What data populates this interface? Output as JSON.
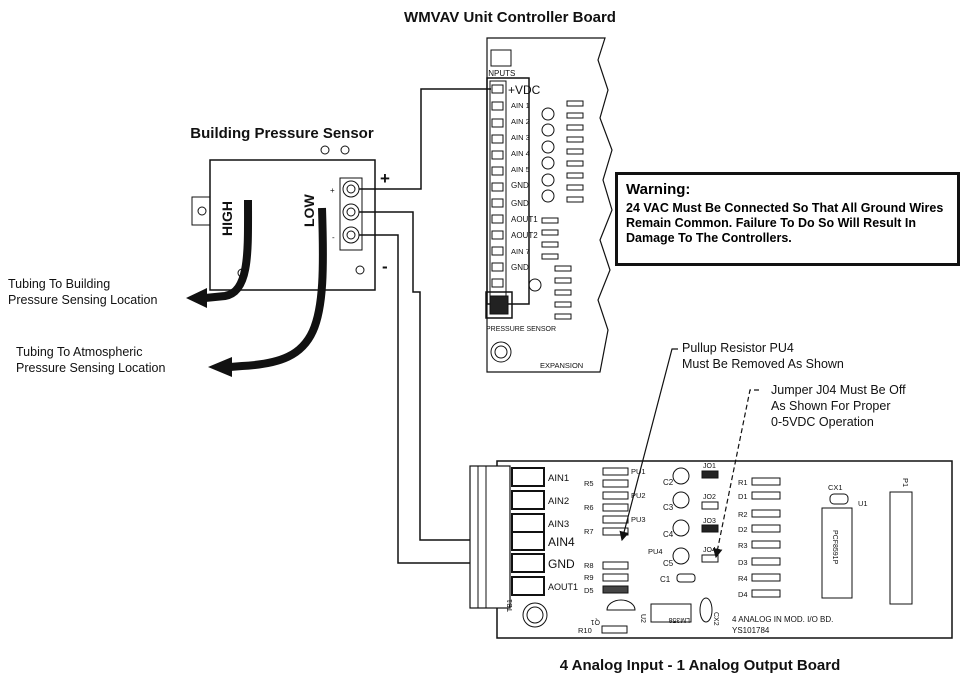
{
  "titles": {
    "controller": "WMVAV Unit Controller Board",
    "sensor": "Building Pressure Sensor",
    "io_board": "4 Analog Input - 1 Analog Output Board"
  },
  "warning": {
    "title": "Warning:",
    "body": "24 VAC Must Be Connected So That All Ground Wires Remain Common. Failure To Do So Will Result In Damage To The Controllers."
  },
  "callouts": {
    "pullup_line1": "Pullup Resistor PU4",
    "pullup_line2": "Must Be Removed As Shown",
    "jumper_line1": "Jumper J04 Must Be Off",
    "jumper_line2": "As Shown For Proper",
    "jumper_line3": "0-5VDC Operation",
    "tubing_building_line1": "Tubing To Building",
    "tubing_building_line2": "Pressure Sensing Location",
    "tubing_atmos_line1": "Tubing To Atmospheric",
    "tubing_atmos_line2": "Pressure Sensing Location"
  },
  "sensor_labels": {
    "high": "HIGH",
    "low": "LOW",
    "plus": "+",
    "minus": "-",
    "term_plus": "+",
    "term_minus": "-"
  },
  "controller_labels": {
    "inputs": "INPUTS",
    "vdc": "+VDC",
    "ain1": "AIN 1",
    "ain2": "AIN 2",
    "ain3": "AIN 3",
    "ain4": "AIN 4",
    "ain5": "AIN 5",
    "gnd1": "GND",
    "gnd2": "GND",
    "aout1": "AOUT1",
    "aout2": "AOUT2",
    "ain7": "AIN 7",
    "gnd3": "GND",
    "pressure_sensor": "PRESSURE SENSOR",
    "expansion": "EXPANSION"
  },
  "io_labels": {
    "ain1": "AIN1",
    "ain2": "AIN2",
    "ain3": "AIN3",
    "ain4": "AIN4",
    "gnd": "GND",
    "aout1": "AOUT1",
    "tb1": "TB1",
    "pu1": "PU1",
    "pu2": "PU2",
    "pu3": "PU3",
    "pu4": "PU4",
    "r5": "R5",
    "r6": "R6",
    "r7": "R7",
    "r8": "R8",
    "r9": "R9",
    "r10": "R10",
    "d5": "D5",
    "c1": "C1",
    "c2": "C2",
    "c3": "C3",
    "c4": "C4",
    "c5": "C5",
    "jo1": "JO1",
    "jo2": "JO2",
    "jo3": "JO3",
    "jo4": "JO4",
    "r1": "R1",
    "r2": "R2",
    "r3": "R3",
    "r4": "R4",
    "d1": "D1",
    "d2": "D2",
    "d3": "D3",
    "d4": "D4",
    "cx1": "CX1",
    "cx2": "CX2",
    "u1": "U1",
    "u2": "U2",
    "q1": "Q1",
    "p1": "P1",
    "pcf": "PCF8591P",
    "lm": "LM358",
    "board_name": "4 ANALOG IN MOD. I/O BD.",
    "board_id": "YS101784"
  }
}
